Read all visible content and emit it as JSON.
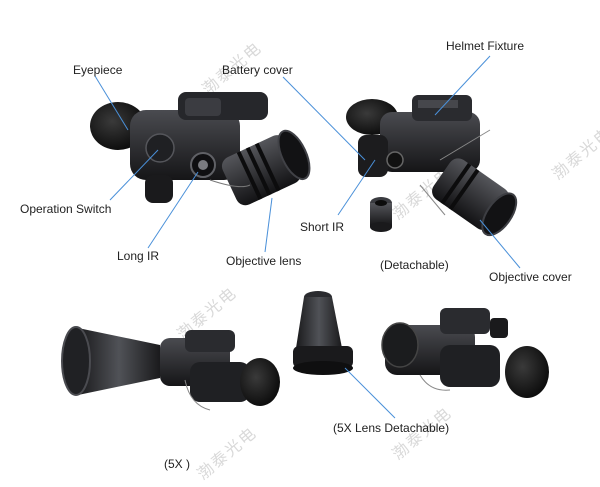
{
  "labels": {
    "eyepiece": "Eyepiece",
    "battery_cover": "Battery cover",
    "helmet_fixture": "Helmet Fixture",
    "operation_switch": "Operation Switch",
    "short_ir": "Short IR",
    "long_ir": "Long IR",
    "objective_lens": "Objective lens",
    "detachable": "(Detachable)",
    "objective_cover": "Objective cover",
    "lens_5x_detachable": "(5X Lens Detachable)",
    "five_x": "(5X )"
  },
  "watermark": "渤泰光电",
  "colors": {
    "leader": "#4a90d9",
    "device_dark": "#1c1c1e",
    "device_mid": "#2e2f33",
    "device_light": "#4a4b50",
    "rubber": "#141414"
  }
}
